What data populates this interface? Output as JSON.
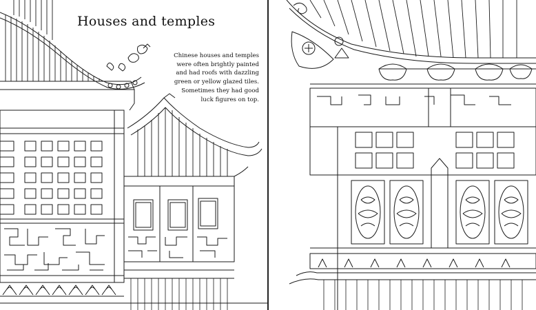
{
  "book": {
    "title": "Houses and temples",
    "caption_lines": [
      "Chinese houses and temples",
      "were often brightly painted",
      "and had roofs with dazzling",
      "green or yellow glazed tiles.",
      "Sometimes they had good",
      "luck figures on top."
    ]
  },
  "illustration": {
    "left": "Line drawing of a Chinese house with a curved tiled roof, lattice windows and small roof figures",
    "right": "Close-up line drawing of a temple eave with carved brackets, lattice panels and ornamental door panels"
  },
  "colors": {
    "ink": "#111111",
    "paper": "#ffffff"
  }
}
